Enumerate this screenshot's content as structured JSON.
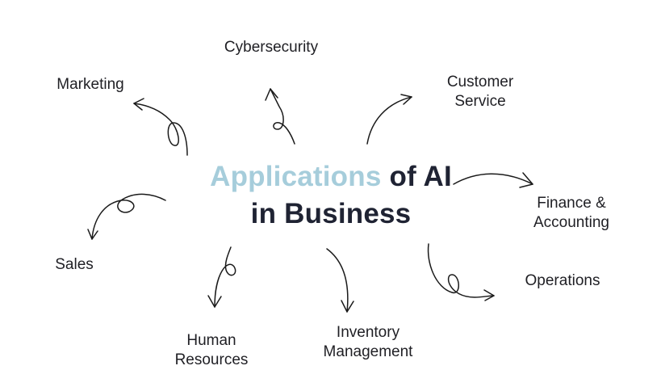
{
  "title": {
    "accent": "Applications",
    "rest_line1": " of AI",
    "line2": "in Business",
    "accent_color": "#a6cddb",
    "text_color": "#1f2333"
  },
  "nodes": {
    "cybersecurity": "Cybersecurity",
    "marketing": "Marketing",
    "customer_service_1": "Customer",
    "customer_service_2": "Service",
    "finance_1": "Finance &",
    "finance_2": "Accounting",
    "sales": "Sales",
    "operations": "Operations",
    "hr_1": "Human",
    "hr_2": "Resources",
    "inventory_1": "Inventory",
    "inventory_2": "Management"
  },
  "arrow_color": "#1a1a1a"
}
